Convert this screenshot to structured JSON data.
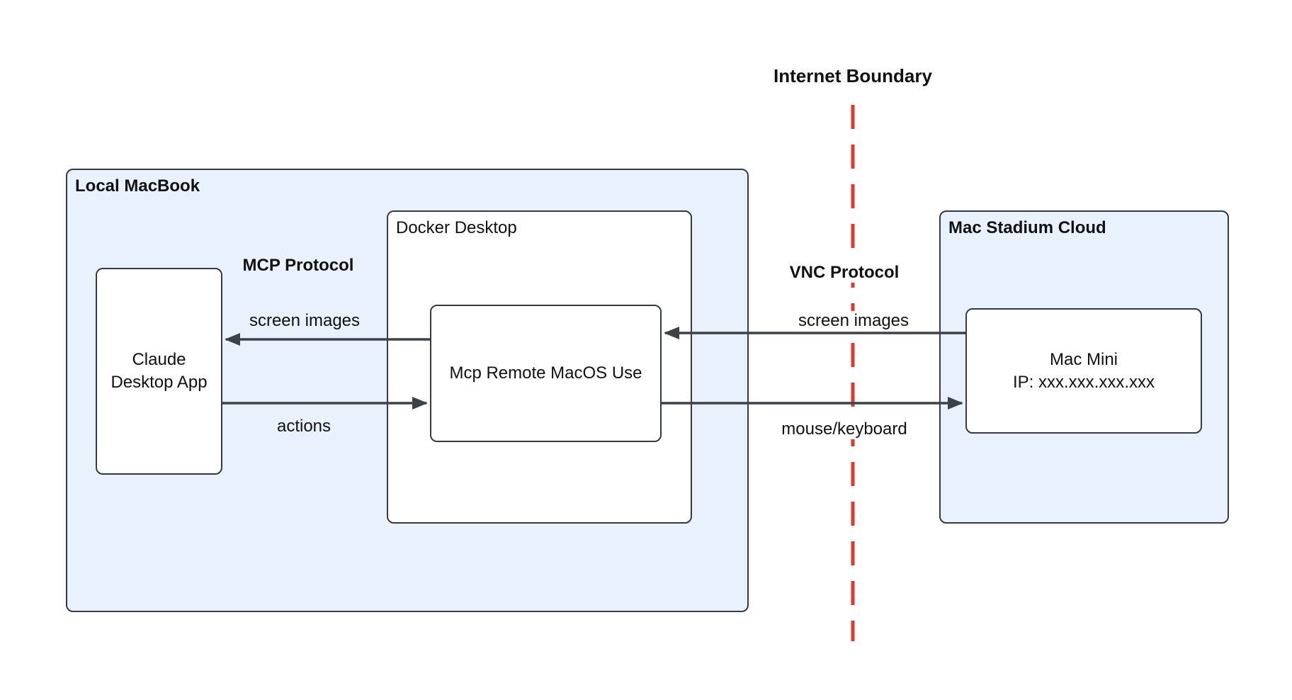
{
  "colors": {
    "boundary_red": "#e2392e",
    "container_fill": "#e9f1fc",
    "arrow": "#3b4248",
    "border": "#343b45"
  },
  "boundary": {
    "title": "Internet Boundary"
  },
  "containers": {
    "local_macbook": {
      "label": "Local MacBook"
    },
    "docker_desktop": {
      "label": "Docker Desktop"
    },
    "mac_stadium": {
      "label": "Mac Stadium Cloud"
    }
  },
  "nodes": {
    "claude": {
      "line1": "Claude",
      "line2": "Desktop App"
    },
    "mcp": {
      "label": "Mcp Remote MacOS Use"
    },
    "mac_mini": {
      "line1": "Mac Mini",
      "line2": "IP: xxx.xxx.xxx.xxx"
    }
  },
  "edge_labels": {
    "mcp_protocol": "MCP Protocol",
    "vnc_protocol": "VNC Protocol",
    "screen_images_left": "screen images",
    "actions": "actions",
    "screen_images_right": "screen images",
    "mouse_keyboard": "mouse/keyboard"
  }
}
